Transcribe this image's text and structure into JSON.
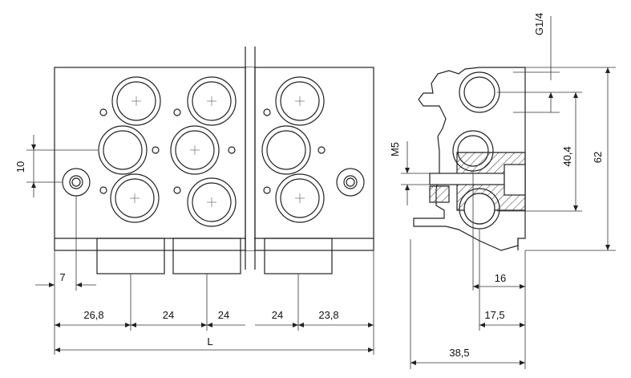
{
  "drawing": {
    "front_view": {
      "dims": {
        "height_10": "10",
        "offset_7": "7",
        "pitch_26_8": "26,8",
        "pitch_24_a": "24",
        "pitch_24_b": "24",
        "pitch_24_c": "24",
        "pitch_23_8": "23,8",
        "length_L": "L"
      }
    },
    "side_view": {
      "dims": {
        "thread_g14": "G1/4",
        "thread_m5": "M5",
        "dim_40_4": "40,4",
        "dim_62": "62",
        "dim_16": "16",
        "dim_17_5": "17,5",
        "dim_38_5": "38,5"
      }
    }
  }
}
